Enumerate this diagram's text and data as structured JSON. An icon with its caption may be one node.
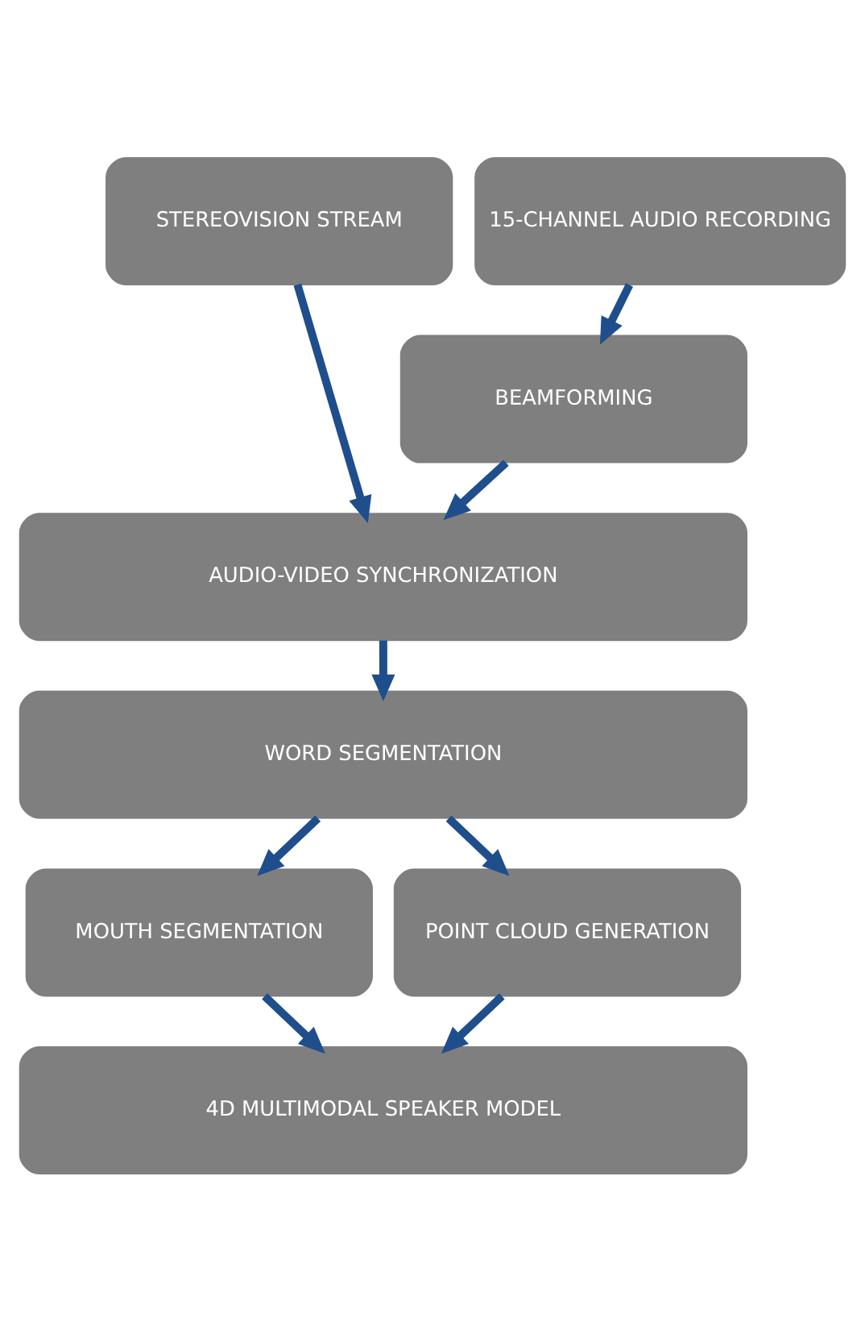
{
  "diagram": {
    "nodes": [
      {
        "text": [
          "STEREOVISION STREAM"
        ]
      },
      {
        "text": [
          "15-CHANNEL AUDIO RECORDING"
        ]
      },
      {
        "text": [
          "BEAMFORMING"
        ]
      },
      {
        "text": [
          "AUDIO-VIDEO SYNCHRONIZATION"
        ]
      },
      {
        "text": [
          "WORD SEGMENTATION"
        ]
      },
      {
        "text": [
          "MOUTH SEGMENTATION"
        ]
      },
      {
        "text": [
          "POINT CLOUD GENERATION"
        ]
      },
      {
        "text": [
          "4D MULTIMODAL SPEAKER MODEL"
        ]
      }
    ],
    "edges": [
      {
        "from": 0,
        "to": 3,
        "arrow": "to"
      },
      {
        "from": 1,
        "to": 2,
        "arrow": "to"
      },
      {
        "from": 2,
        "to": 3,
        "arrow": "to"
      },
      {
        "from": 3,
        "to": 4,
        "arrow": "to"
      },
      {
        "from": 4,
        "to": 5,
        "arrow": "to"
      },
      {
        "from": 4,
        "to": 6,
        "arrow": "to"
      },
      {
        "from": 5,
        "to": 7,
        "arrow": "to"
      },
      {
        "from": 6,
        "to": 7,
        "arrow": "to"
      }
    ]
  }
}
